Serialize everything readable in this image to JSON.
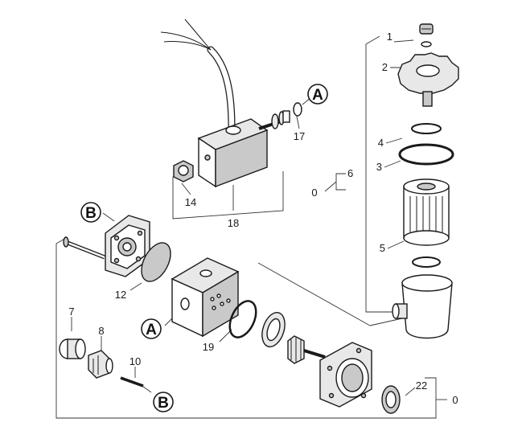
{
  "diagram": {
    "part_labels": {
      "p1": "1",
      "p2": "2",
      "p3": "3",
      "p4": "4",
      "p5": "5",
      "p6": "6",
      "p7": "7",
      "p8": "8",
      "p10": "10",
      "p12": "12",
      "p14": "14",
      "p17": "17",
      "p18": "18",
      "p19": "19",
      "p22": "22",
      "zero_filter": "0",
      "zero_base": "0"
    },
    "connection_labels": {
      "a_top": "A",
      "a_block": "A",
      "b_flange": "B",
      "b_bottom": "B"
    }
  }
}
